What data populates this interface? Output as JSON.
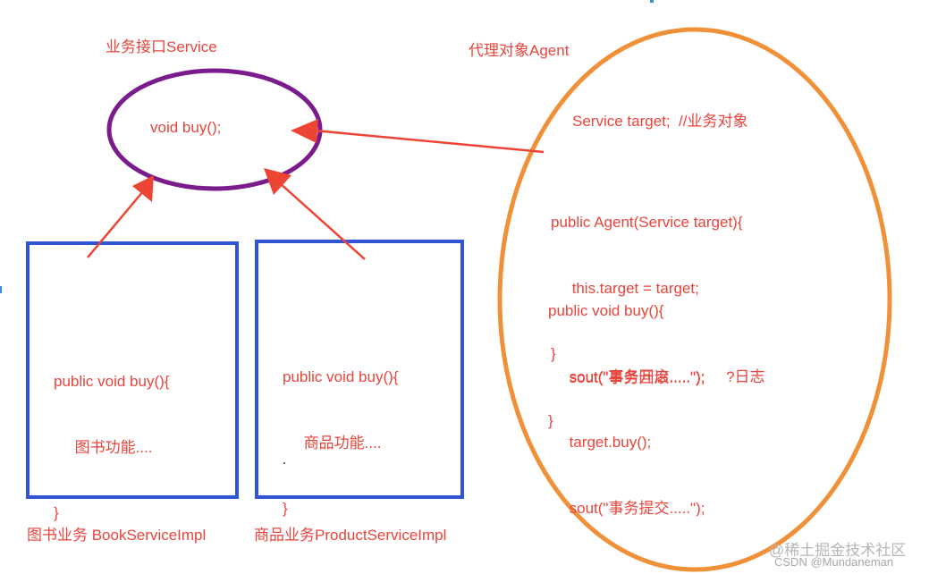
{
  "labels": {
    "service_interface": "业务接口Service",
    "agent": "代理对象Agent",
    "book_impl": "图书业务 BookServiceImpl",
    "product_impl": "商品业务ProductServiceImpl"
  },
  "service_code": [
    "void buy();"
  ],
  "book_code": [
    "public void buy(){",
    "     图书功能....",
    "}"
  ],
  "product_code": [
    "public void buy(){",
    "     商品功能....",
    "}"
  ],
  "agent_code": {
    "field": "Service target;  //业务对象",
    "constructor": [
      "public Agent(Service target){",
      "     this.target = target;",
      "}"
    ],
    "method_head": [
      "public void buy(){",
      "     sout(\"事务开启.....\");     ?日志",
      "     target.buy();",
      "     sout(\"事务提交.....\");"
    ],
    "rollback": "     sout(\"事务回滚.....\");",
    "close": "}"
  },
  "watermark": {
    "site": "@稀土掘金技术社区",
    "author": "CSDN @Mundaneman"
  },
  "colors": {
    "text": "#e8453c",
    "arrow": "#ee4433",
    "service_ellipse": "#7a1c8c",
    "agent_ellipse": "#f0913a",
    "impl_box": "#2f55d4"
  }
}
